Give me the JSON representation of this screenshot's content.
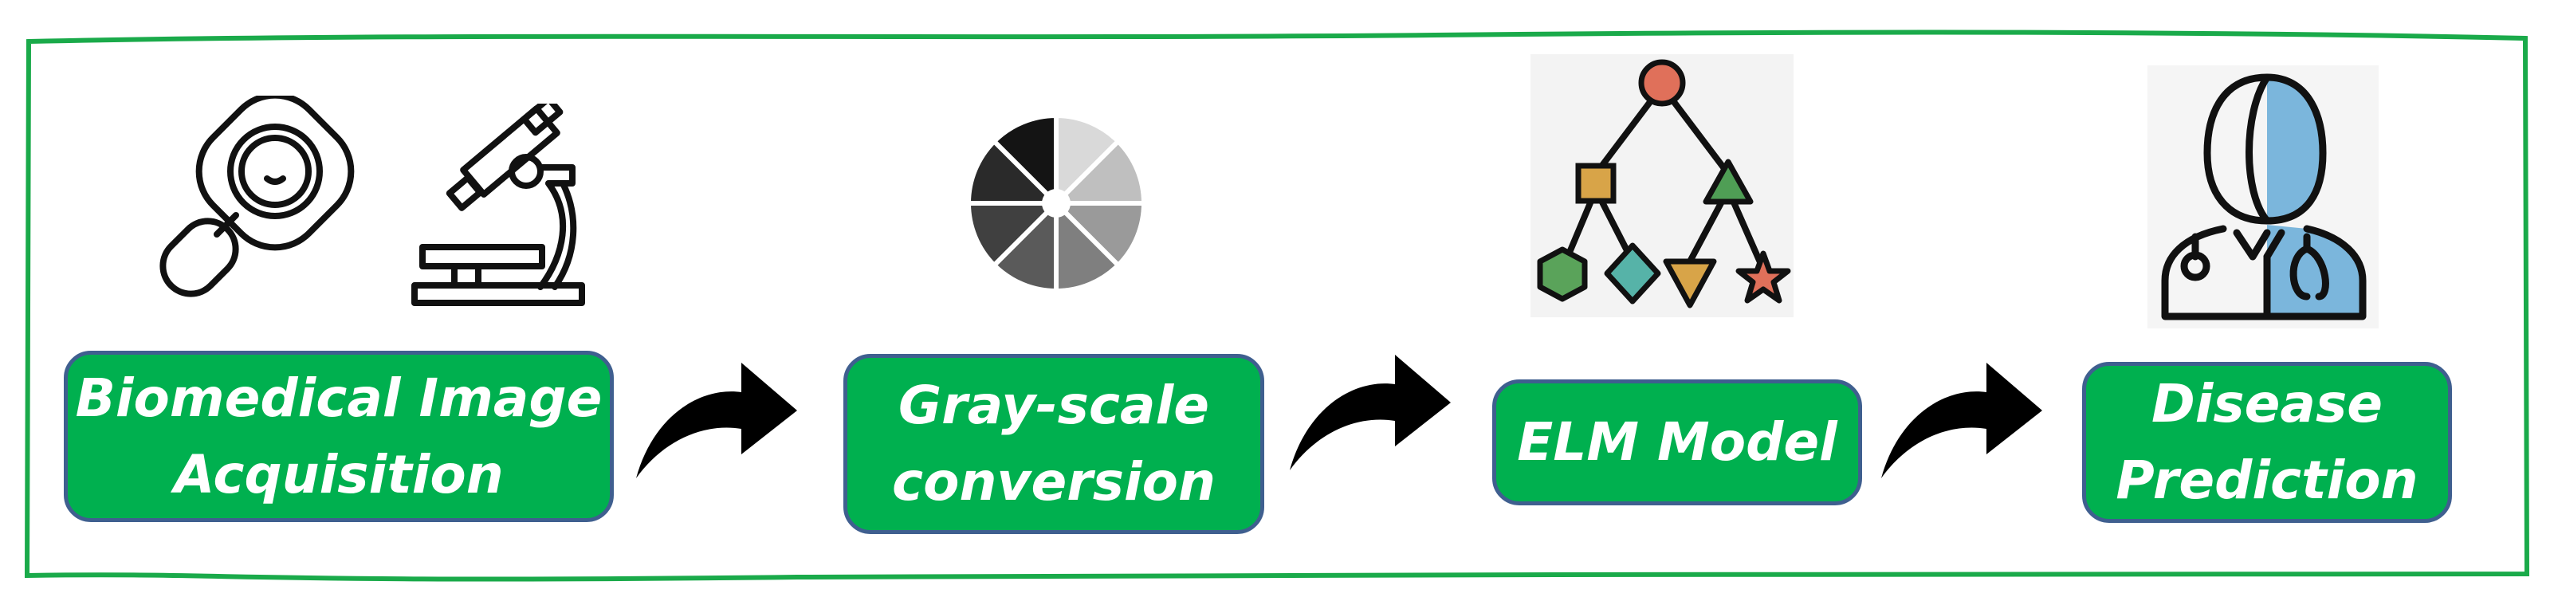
{
  "diagram": {
    "steps": [
      {
        "label": "Biomedical Image\nAcquisition",
        "icon": "magnifier-microscope-icon"
      },
      {
        "label": "Gray-scale\nconversion",
        "icon": "grayscale-wheel-icon"
      },
      {
        "label": "ELM Model",
        "icon": "tree-model-icon"
      },
      {
        "label": "Disease\nPrediction",
        "icon": "doctor-icon"
      }
    ],
    "colors": {
      "box_fill": "#00b04f",
      "box_border": "#3f5f8f",
      "frame_border": "#1aaa4a",
      "text": "#ffffff",
      "arrow": "#000000"
    }
  }
}
